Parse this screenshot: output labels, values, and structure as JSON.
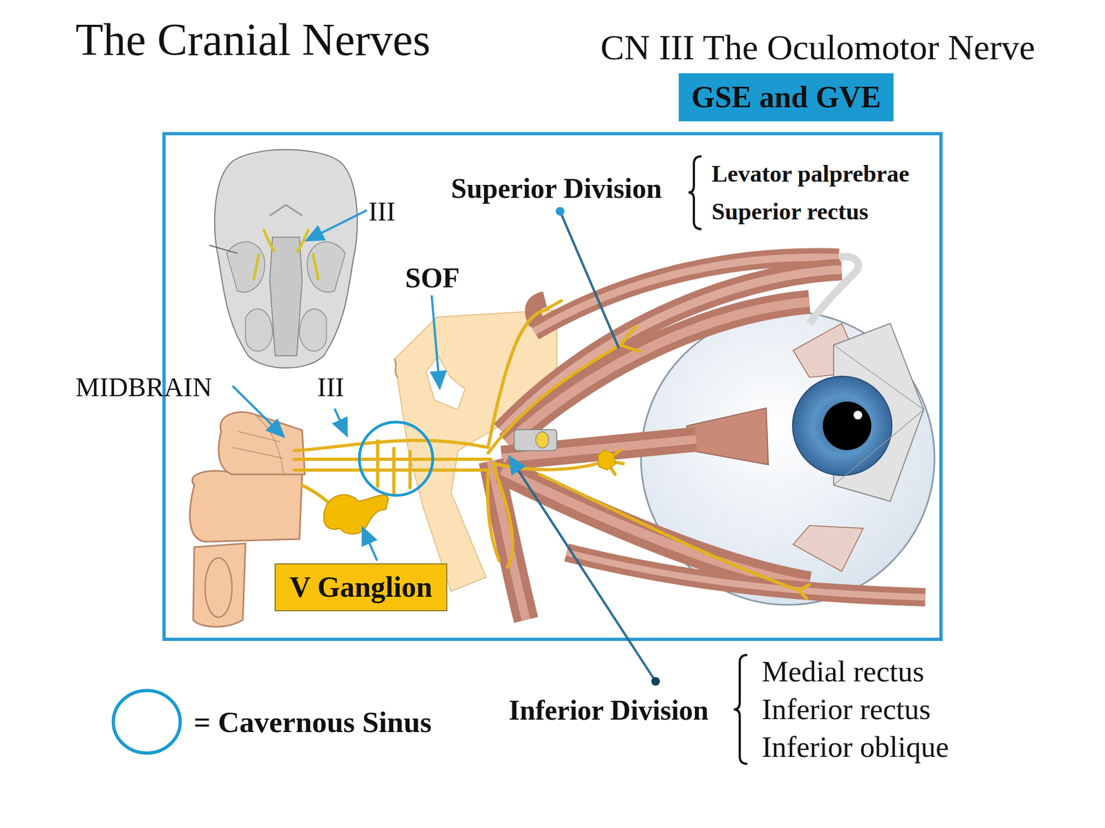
{
  "diagram": {
    "title": "The Cranial Nerves",
    "nodes": [
      {
        "text": [
          "GSE and GVE"
        ]
      },
      {
        "text": [
          "V Ganglion"
        ]
      }
    ],
    "labels": [
      "CN III The Oculomotor Nerve",
      "III",
      "Superior Division",
      "Levator palprebrae",
      "Superior rectus",
      "SOF",
      "MIDBRAIN",
      "III",
      "Inferior Division",
      "Medial rectus",
      "Inferior rectus",
      "Inferior oblique"
    ],
    "legend": [
      {
        "text": "= Cavernous Sinus"
      }
    ]
  }
}
